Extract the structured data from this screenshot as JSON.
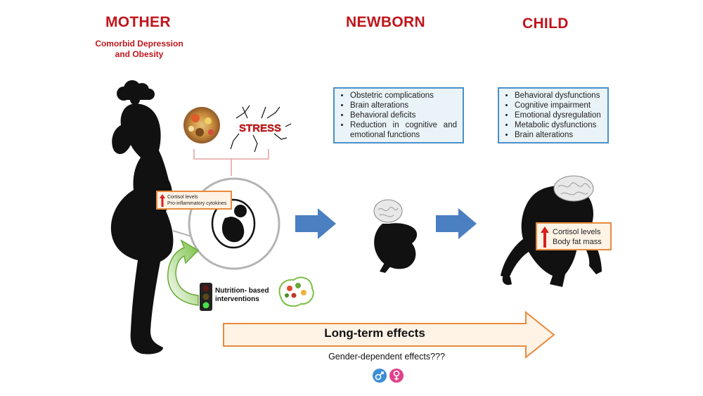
{
  "mother": {
    "heading": "MOTHER",
    "subtitle_line1": "Comorbid Depression",
    "subtitle_line2": "and Obesity",
    "stress_label": "STRESS",
    "box_line1": "Cortisol levels",
    "box_line2": "Pro-inflammatory cytokines",
    "intervention_line1": "Nutrition- based",
    "intervention_line2": "interventions"
  },
  "newborn": {
    "heading": "NEWBORN",
    "items": [
      "Obstetric complications",
      "Brain alterations",
      "Behavioral deficits",
      "Reduction in cognitive and emotional functions"
    ]
  },
  "child": {
    "heading": "CHILD",
    "items": [
      "Behavioral dysfunctions",
      "Cognitive impairment",
      "Emotional dysregulation",
      "Metabolic dysfunctions",
      "Brain alterations"
    ],
    "box_line1": "Cortisol levels",
    "box_line2": "Body fat mass"
  },
  "long_term_label": "Long-term effects",
  "gender_label": "Gender-dependent effects???",
  "colors": {
    "heading_red": "#c0151b",
    "box_blue": "#4a90c8",
    "arrow_blue": "#4a7fc1",
    "orange": "#e88a3c",
    "green": "#7ac143",
    "male_blue": "#3b8fd6",
    "female_pink": "#e0418a"
  },
  "icons": [
    "cloud-icon",
    "food-icon",
    "stress-icon",
    "fetus-icon",
    "traffic-light-icon",
    "brain-food-icon",
    "male-symbol-icon",
    "female-symbol-icon",
    "up-arrow-icon"
  ]
}
